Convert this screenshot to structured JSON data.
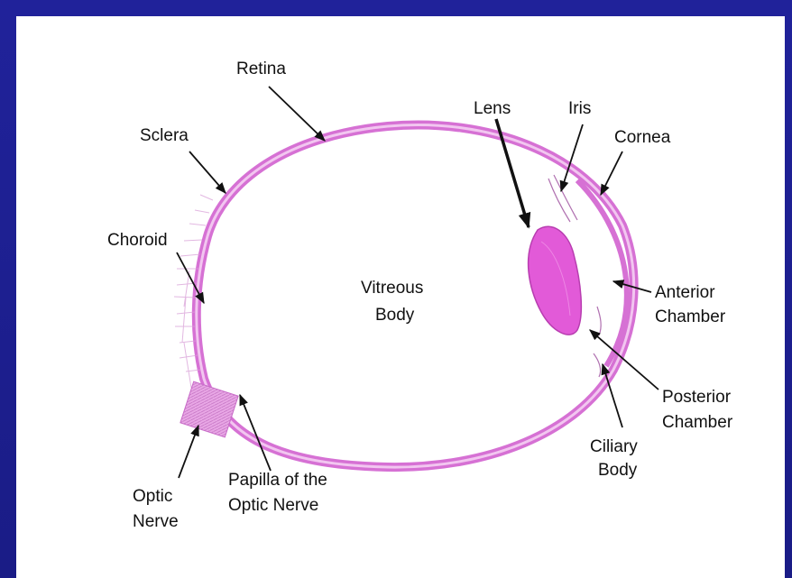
{
  "diagram": {
    "labels": {
      "retina": "Retina",
      "lens": "Lens",
      "iris": "Iris",
      "cornea": "Cornea",
      "sclera": "Sclera",
      "choroid": "Choroid",
      "vitreous_body_line1": "Vitreous",
      "vitreous_body_line2": "Body",
      "anterior_chamber_line1": "Anterior",
      "anterior_chamber_line2": "Chamber",
      "posterior_chamber_line1": "Posterior",
      "posterior_chamber_line2": "Chamber",
      "ciliary_body_line1": "Ciliary",
      "ciliary_body_line2": "Body",
      "optic_nerve_line1": "Optic",
      "optic_nerve_line2": "Nerve",
      "papilla_line1": "Papilla of the",
      "papilla_line2": "Optic Nerve"
    },
    "colors": {
      "background": "#1c1e8c",
      "tissue": "#e28ee0",
      "tissue_dark": "#c45cc4",
      "lens": "#e25ad8"
    }
  }
}
